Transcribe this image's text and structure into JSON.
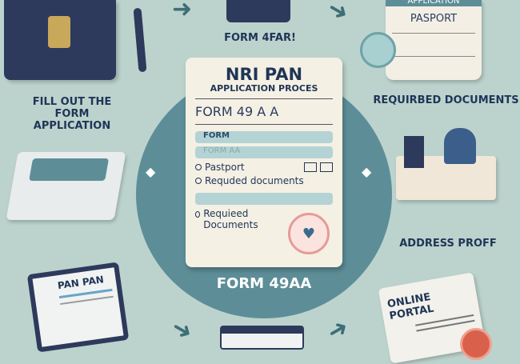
{
  "center_card": {
    "title": "NRI PAN",
    "subtitle": "APPLICATION PROCES",
    "form_line": "FORM 49  A A",
    "bar_label": "FORM",
    "faded_line": "FORM        AA",
    "item_passport": "Pastport",
    "item_docs": "Requded documents",
    "item_required": "Requieed Documents",
    "stamp_icon": "heart-icon"
  },
  "center_caption": "FORM 49AA",
  "labels": {
    "top_center": "FORM 4FAR!",
    "left": "FILL OUT THE FORM APPLICATION",
    "right_top": "REQUIRBED DOCUMENTS",
    "right_mid": "ADDRESS PROFF",
    "top_right_header": "APPLICATION",
    "top_right_doc": "PASPORT",
    "bottom_left_screen": "PAN PAN",
    "bottom_right_doc": "ONLINE PORTAL"
  },
  "colors": {
    "background": "#bcd3cd",
    "circle": "#5d8e98",
    "text": "#1f3557",
    "stamp": "#e79a98"
  }
}
